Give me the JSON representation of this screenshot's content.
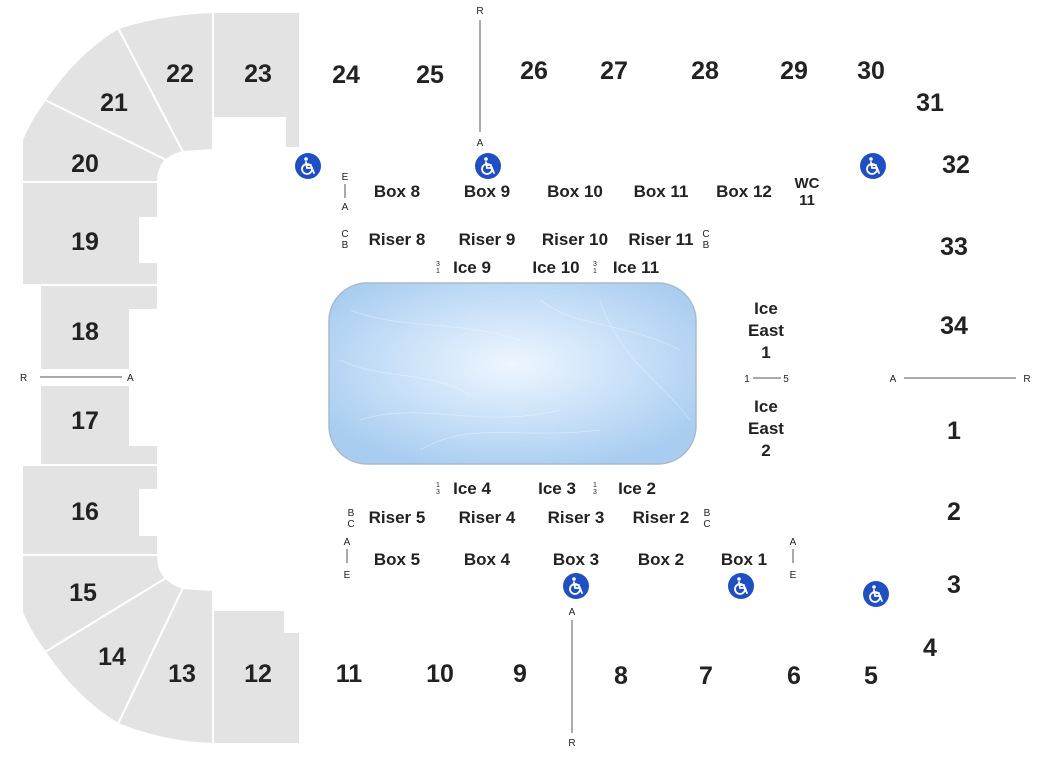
{
  "colors": {
    "seat_block": "#e3e3e3",
    "ice": "#bcd8f5",
    "ice_border": "#a9b9cc",
    "ada": "#1f4fc1",
    "label": "#222222"
  },
  "sections": {
    "s1": "1",
    "s2": "2",
    "s3": "3",
    "s4": "4",
    "s5": "5",
    "s6": "6",
    "s7": "7",
    "s8": "8",
    "s9": "9",
    "s10": "10",
    "s11": "11",
    "s12": "12",
    "s13": "13",
    "s14": "14",
    "s15": "15",
    "s16": "16",
    "s17": "17",
    "s18": "18",
    "s19": "19",
    "s20": "20",
    "s21": "21",
    "s22": "22",
    "s23": "23",
    "s24": "24",
    "s25": "25",
    "s26": "26",
    "s27": "27",
    "s28": "28",
    "s29": "29",
    "s30": "30",
    "s31": "31",
    "s32": "32",
    "s33": "33",
    "s34": "34"
  },
  "boxes": {
    "box1": "Box 1",
    "box2": "Box 2",
    "box3": "Box 3",
    "box4": "Box 4",
    "box5": "Box 5",
    "box8": "Box 8",
    "box9": "Box 9",
    "box10": "Box 10",
    "box11": "Box 11",
    "box12": "Box 12",
    "wc_line1": "WC",
    "wc_line2": "11"
  },
  "risers": {
    "r2": "Riser 2",
    "r3": "Riser 3",
    "r4": "Riser 4",
    "r5": "Riser 5",
    "r8": "Riser 8",
    "r9": "Riser 9",
    "r10": "Riser 10",
    "r11": "Riser 11"
  },
  "ice": {
    "i2": "Ice 2",
    "i3": "Ice 3",
    "i4": "Ice 4",
    "i9": "Ice 9",
    "i10": "Ice 10",
    "i11": "Ice 11",
    "east1": [
      "Ice",
      "East",
      "1"
    ],
    "east2": [
      "Ice",
      "East",
      "2"
    ]
  },
  "row_markers": {
    "R": "R",
    "A": "A",
    "B": "B",
    "C": "C",
    "E": "E",
    "one": "1",
    "three": "3",
    "five": "5"
  },
  "icons": {
    "ada": "wheelchair-accessible-icon"
  }
}
